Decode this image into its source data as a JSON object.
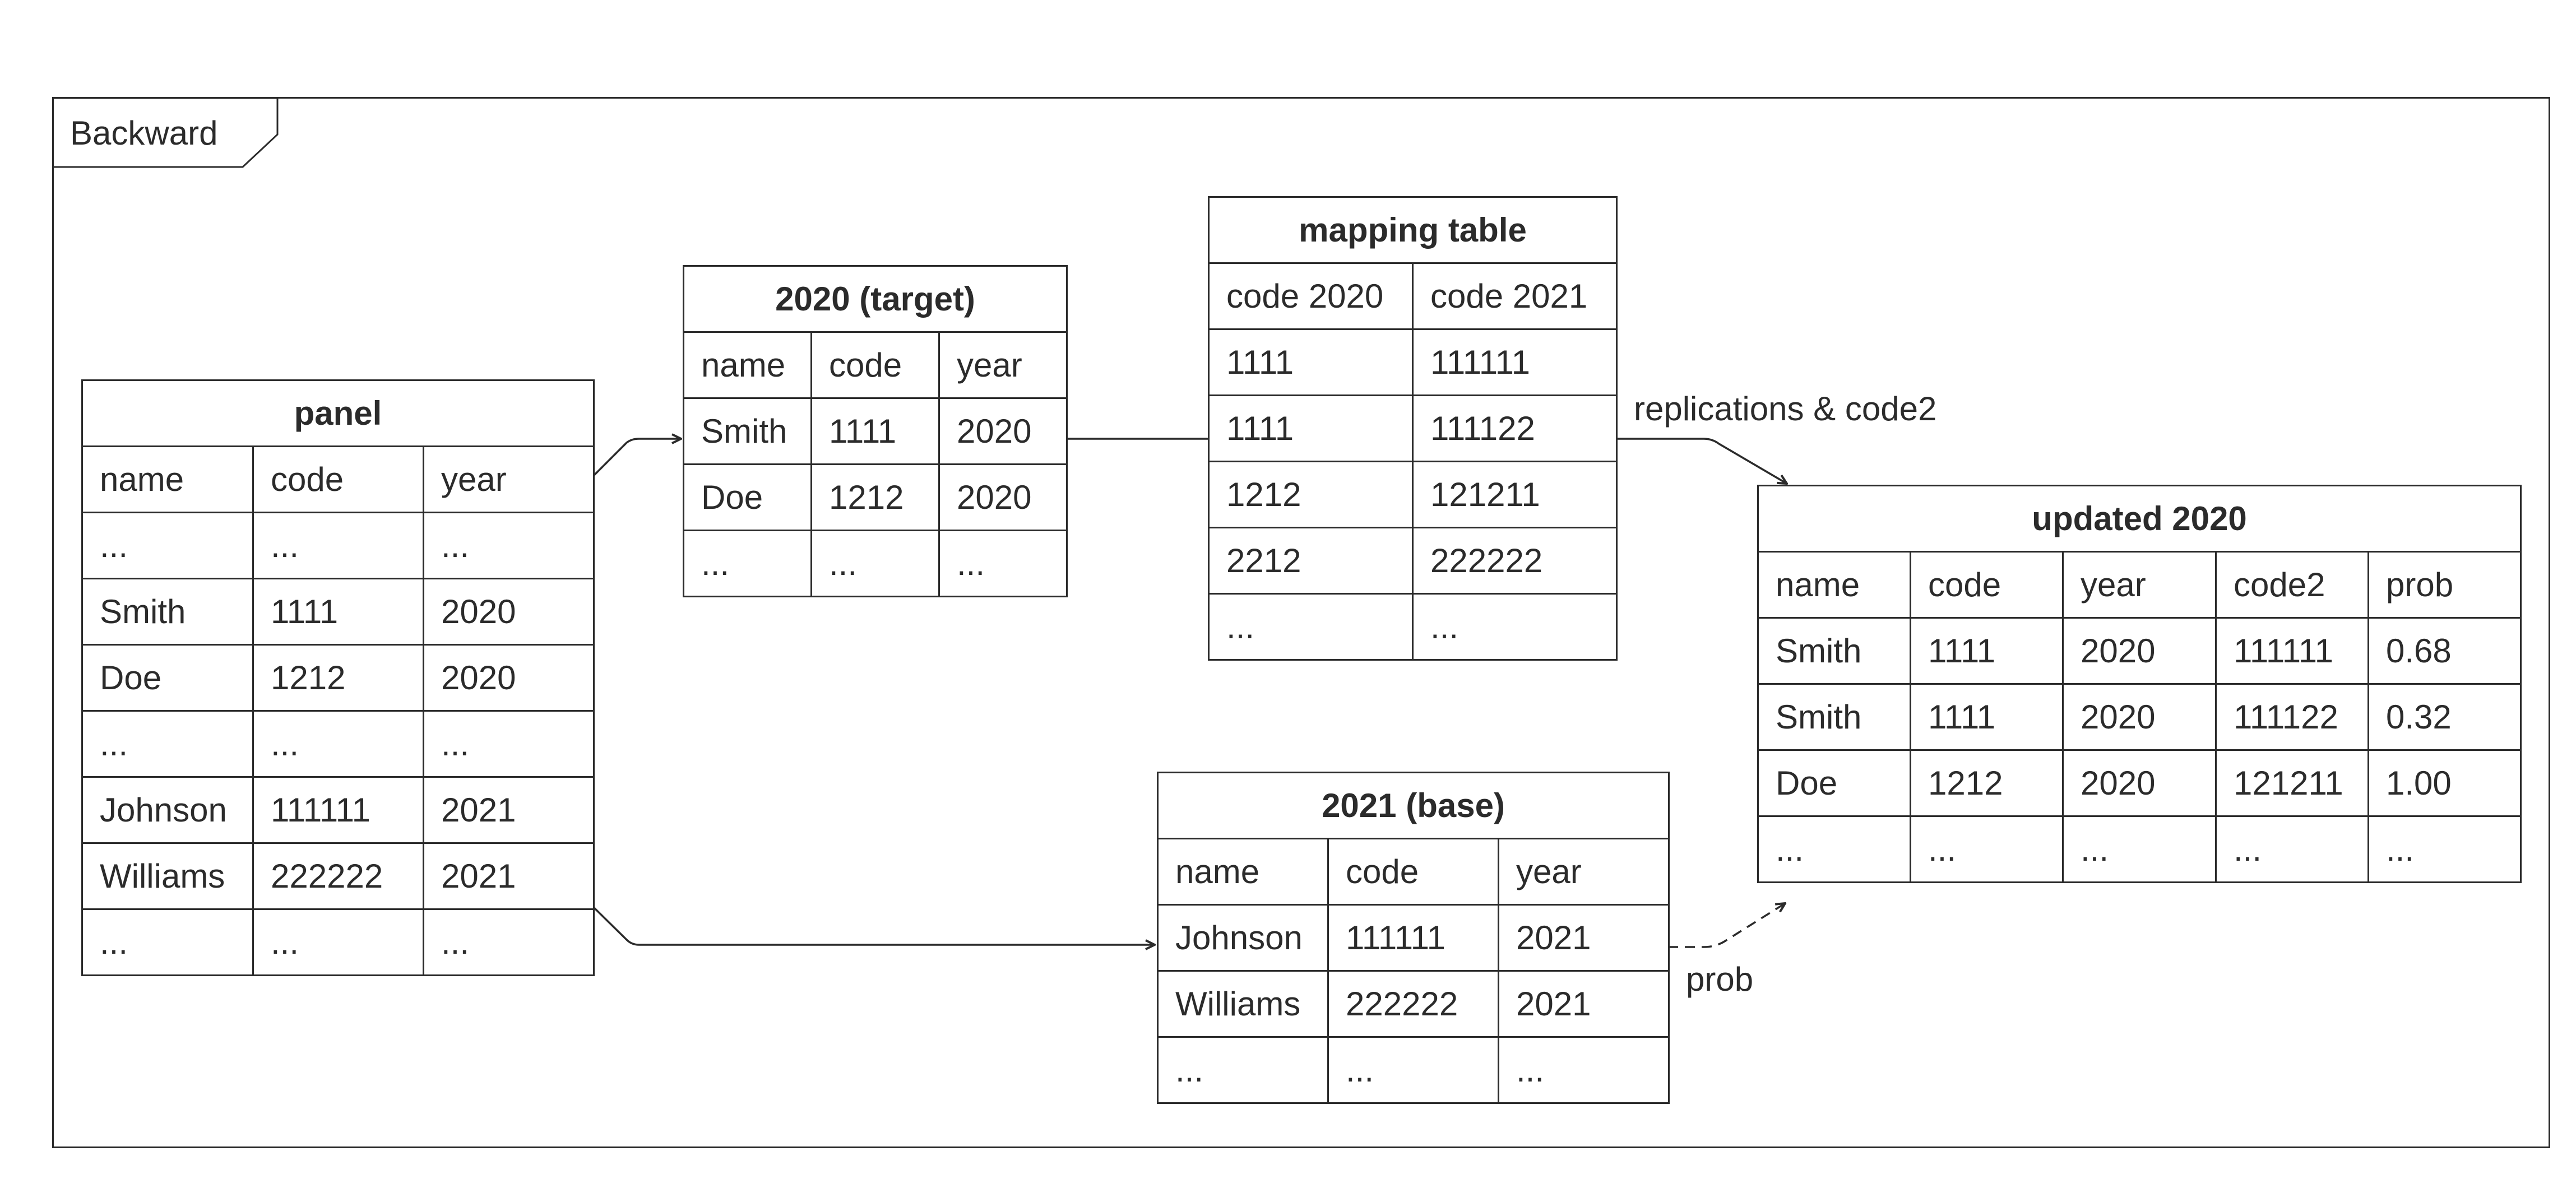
{
  "frame": {
    "label": "Backward"
  },
  "tables": {
    "panel": {
      "title": "panel",
      "headers": [
        "name",
        "code",
        "year"
      ],
      "rows": [
        [
          "...",
          "...",
          "..."
        ],
        [
          "Smith",
          "1111",
          "2020"
        ],
        [
          "Doe",
          "1212",
          "2020"
        ],
        [
          "...",
          "...",
          "..."
        ],
        [
          "Johnson",
          "111111",
          "2021"
        ],
        [
          "Williams",
          "222222",
          "2021"
        ],
        [
          "...",
          "...",
          "..."
        ]
      ]
    },
    "target2020": {
      "title": "2020 (target)",
      "headers": [
        "name",
        "code",
        "year"
      ],
      "rows": [
        [
          "Smith",
          "1111",
          "2020"
        ],
        [
          "Doe",
          "1212",
          "2020"
        ],
        [
          "...",
          "...",
          "..."
        ]
      ]
    },
    "mapping": {
      "title": "mapping table",
      "headers": [
        "code 2020",
        "code 2021"
      ],
      "rows": [
        [
          "1111",
          "111111"
        ],
        [
          "1111",
          "111122"
        ],
        [
          "1212",
          "121211"
        ],
        [
          "2212",
          "222222"
        ],
        [
          "...",
          "..."
        ]
      ]
    },
    "base2021": {
      "title": "2021 (base)",
      "headers": [
        "name",
        "code",
        "year"
      ],
      "rows": [
        [
          "Johnson",
          "111111",
          "2021"
        ],
        [
          "Williams",
          "222222",
          "2021"
        ],
        [
          "...",
          "...",
          "..."
        ]
      ]
    },
    "updated2020": {
      "title": "updated 2020",
      "headers": [
        "name",
        "code",
        "year",
        "code2",
        "prob"
      ],
      "rows": [
        [
          "Smith",
          "1111",
          "2020",
          "111111",
          "0.68"
        ],
        [
          "Smith",
          "1111",
          "2020",
          "111122",
          "0.32"
        ],
        [
          "Doe",
          "1212",
          "2020",
          "121211",
          "1.00"
        ],
        [
          "...",
          "...",
          "...",
          "...",
          "..."
        ]
      ]
    }
  },
  "edges": {
    "replications_label": "replications & code2",
    "prob_label": "prob"
  }
}
